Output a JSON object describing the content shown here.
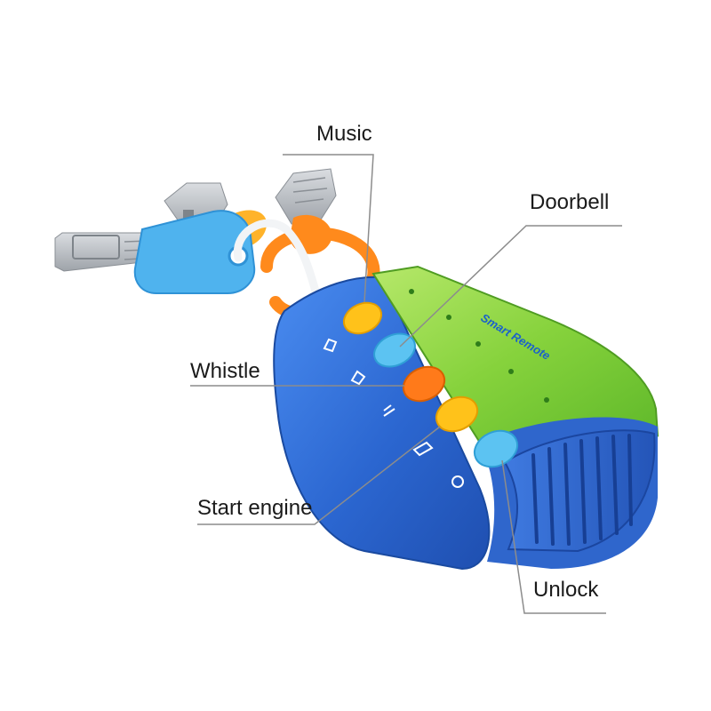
{
  "callouts": {
    "music": "Music",
    "doorbell": "Doorbell",
    "whistle": "Whistle",
    "start_engine": "Start engine",
    "unlock": "Unlock"
  },
  "product": {
    "panel_text": "Smart Remote"
  },
  "colors": {
    "body_blue": "#2f6fd6",
    "panel_green": "#7ccc34",
    "button_yellow": "#ffc21a",
    "button_light_blue": "#5cc3f2",
    "button_orange": "#ff7a1a",
    "key_silver": "#bfc3c8",
    "tag_blue": "#4fb3ee",
    "ring_orange": "#ff8a1c"
  }
}
